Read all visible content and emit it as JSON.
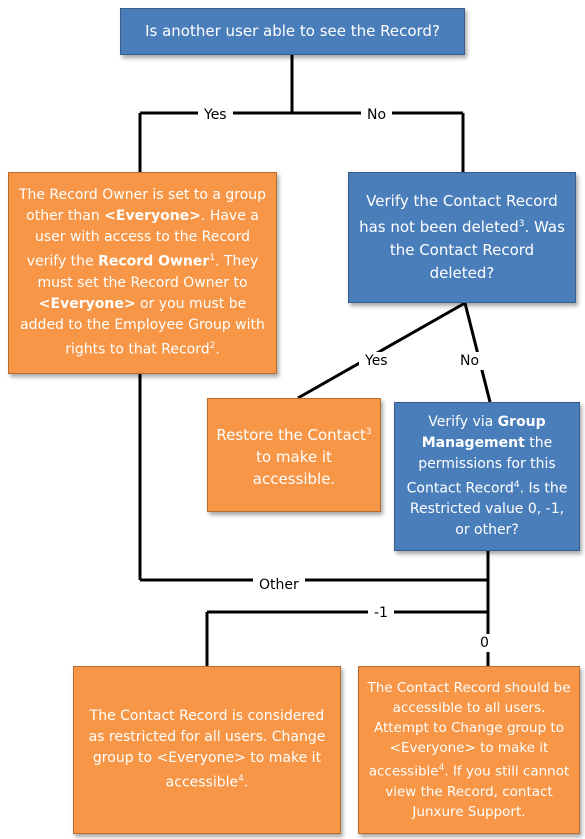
{
  "nodes": {
    "q_visible": "Is another user able to see the Record?",
    "owner_box": {
      "t1": "The Record Owner is set to a group other than ",
      "b1": "<Everyone>",
      "t2": ". Have a user with access to the Record verify the ",
      "b2": "Record Owner",
      "sup1": "1",
      "t3": ". They must set the Record Owner to ",
      "b3": "<Everyone>",
      "t4": " or you must be added to the Employee Group with rights to that Record",
      "sup2": "2",
      "t5": "."
    },
    "verify_deleted": {
      "t1": "Verify the Contact Record has not been deleted",
      "sup": "3",
      "t2": ".  Was the Contact Record deleted?"
    },
    "restore": {
      "t1": "Restore the Contact",
      "sup": "3",
      "t2": " to make it accessible."
    },
    "group_mgmt": {
      "t1": "Verify via ",
      "b1": "Group Management",
      "t2": " the permissions for this Contact Record",
      "sup": "4",
      "t3": ".  Is the Restricted value 0, -1, or other?"
    },
    "restricted": {
      "t1": "The Contact Record is considered as restricted for all users.  Change group to <Everyone> to make it accessible",
      "sup": "4",
      "t2": "."
    },
    "accessible": {
      "t1": "The Contact Record should be accessible to all users.  Attempt to Change group to <Everyone> to make it accessible",
      "sup": "4",
      "t2": ". If you still cannot view the Record, contact Junxure Support."
    }
  },
  "labels": {
    "yes1": "Yes",
    "no1": "No",
    "yes2": "Yes",
    "no2": "No",
    "other": "Other",
    "minus1": "-1",
    "zero": "0"
  }
}
